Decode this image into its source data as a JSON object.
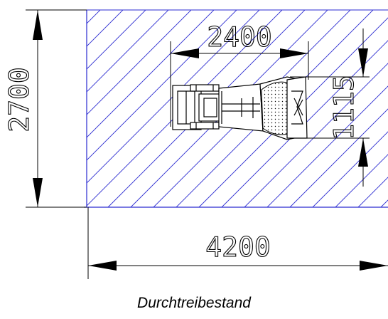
{
  "drawing": {
    "dimensions": {
      "depth": "2700",
      "width": "4200",
      "machine_length": "2400",
      "machine_width": "1115"
    },
    "colors": {
      "hatch": "#2a2ad0",
      "line": "#000000"
    }
  },
  "caption": "Durchtreibestand"
}
